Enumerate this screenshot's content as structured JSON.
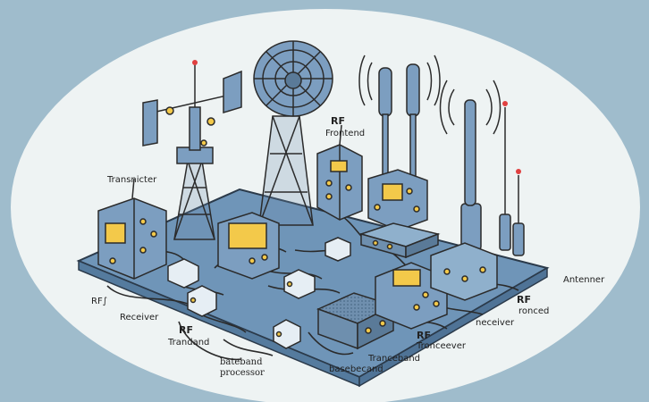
{
  "colors": {
    "background": "#9fbccc",
    "oval": "#eef3f3",
    "board": "#6f95b8",
    "device": "#7c9ec0",
    "screen": "#f3c94a",
    "cable": "#2b2b2b",
    "connector": "#d6a64a"
  },
  "labels": {
    "transnicter": "Transnicter",
    "rf_top": "RF",
    "frontend": "Frontend",
    "antenner": "Antenner",
    "rf_right": "RF",
    "ronced": "ronced",
    "neceiver": "neceiver",
    "rf_left": "RF∫",
    "receiver": "Receiver",
    "rf_mid": "RF",
    "trandand": "Trandand",
    "bateband_1": "bateband",
    "bateband_2": "processor",
    "rf_bottom": "RF",
    "tronceever": "Tronceever",
    "tranceband": "Tranceband",
    "basebecand": "basebecand"
  }
}
